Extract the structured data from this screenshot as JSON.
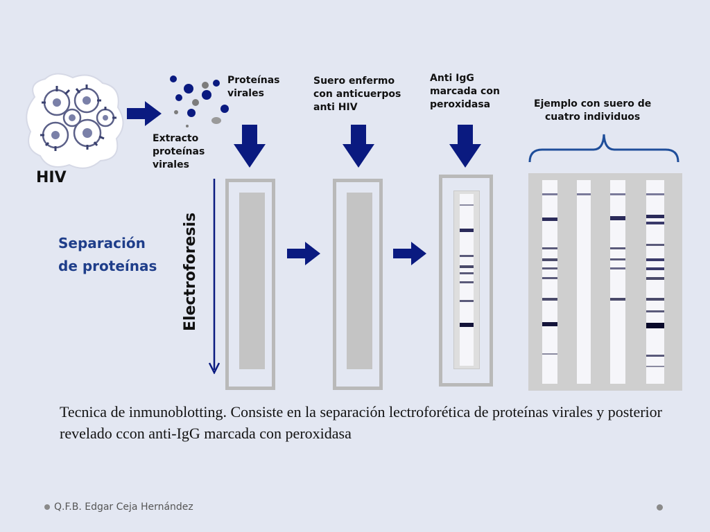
{
  "diagram": {
    "hiv_label": "HIV",
    "extracto_label": "Extracto\nproteínas\nvirales",
    "proteinas_label": "Proteínas\nvirales",
    "suero_label": "Suero enfermo\ncon anticuerpos\nanti HIV",
    "anti_igg_label": "Anti IgG\nmarcada con\nperoxidasa",
    "ejemplo_label": "Ejemplo con suero de\ncuatro individuos",
    "separacion_label": "Separación\nde proteínas",
    "electroforesis_label": "Electroforesis"
  },
  "caption": "Tecnica de inmunoblotting. Consiste en la separación lectroforética de proteínas virales y posterior revelado ccon anti-IgG marcada con peroxidasa",
  "footer": {
    "author": "Q.F.B. Edgar Ceja Hernández"
  },
  "colors": {
    "background": "#e3e7f2",
    "arrow": "#0a1a80",
    "title_blue": "#1f3e8a",
    "band": "#2b2b5a"
  }
}
